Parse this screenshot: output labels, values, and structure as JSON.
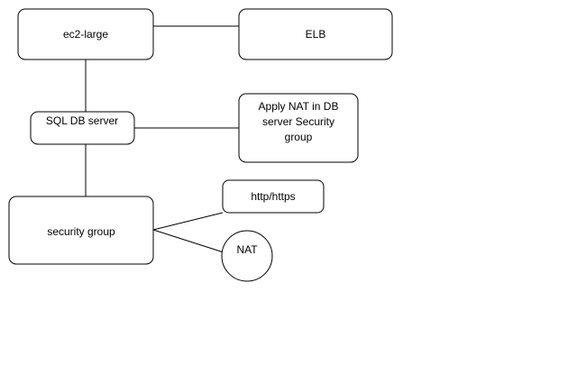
{
  "diagram": {
    "nodes": {
      "ec2": {
        "label": "ec2-large"
      },
      "elb": {
        "label": "ELB"
      },
      "sqldb": {
        "label": "SQL DB server"
      },
      "apply_nat": {
        "lines": [
          "Apply NAT in DB",
          "server Security",
          "group"
        ]
      },
      "security_group": {
        "label": "security group"
      },
      "http": {
        "label": "http/https"
      },
      "nat": {
        "label": "NAT"
      }
    }
  }
}
